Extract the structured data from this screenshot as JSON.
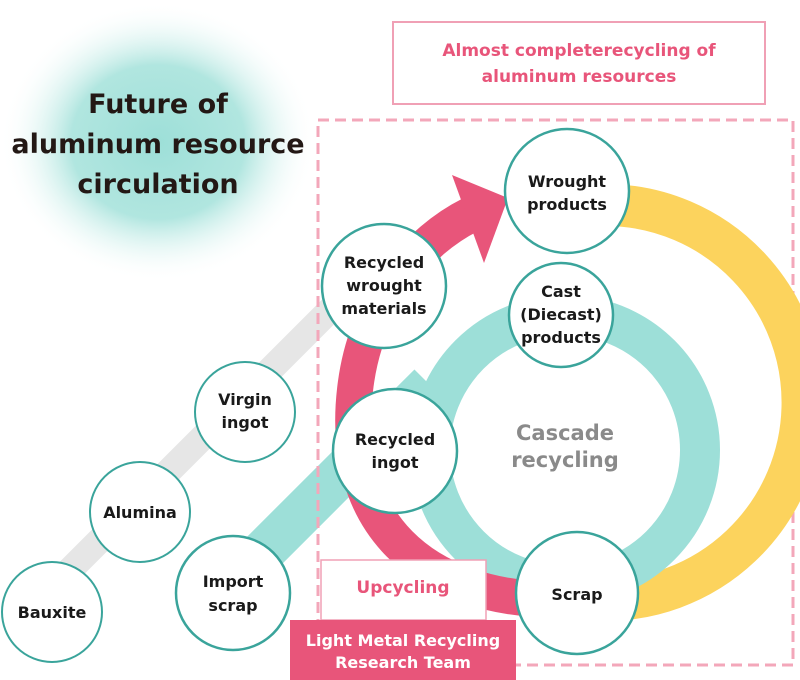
{
  "title": {
    "lines": [
      "Future of",
      "aluminum resource",
      "circulation"
    ]
  },
  "top_box": {
    "lines": [
      "Almost completerecycling of",
      "aluminum resources"
    ]
  },
  "cascade_label": {
    "lines": [
      "Cascade",
      "recycling"
    ]
  },
  "upcycling_label": "Upcycling",
  "team_badge": {
    "lines": [
      "Light Metal Recycling",
      "Research Team"
    ]
  },
  "nodes": {
    "bauxite": [
      "Bauxite"
    ],
    "alumina": [
      "Alumina"
    ],
    "virgin_ingot": [
      "Virgin",
      "ingot"
    ],
    "import_scrap": [
      "Import",
      "scrap"
    ],
    "recycled_ingot": [
      "Recycled",
      "ingot"
    ],
    "recycled_wrought": [
      "Recycled",
      "wrought",
      "materials"
    ],
    "wrought_products": [
      "Wrought",
      "products"
    ],
    "cast_products": [
      "Cast",
      "(Diecast)",
      "products"
    ],
    "scrap": [
      "Scrap"
    ]
  },
  "colors": {
    "teal": "#9ddfd8",
    "teal_border": "#3aa49b",
    "pink": "#e8557a",
    "pink_dashed": "#f3a7ba",
    "yellow": "#fcd35d",
    "gray_track": "#e6e6e6",
    "title_text": "#231815",
    "cascade_text": "#8a8a8a"
  }
}
